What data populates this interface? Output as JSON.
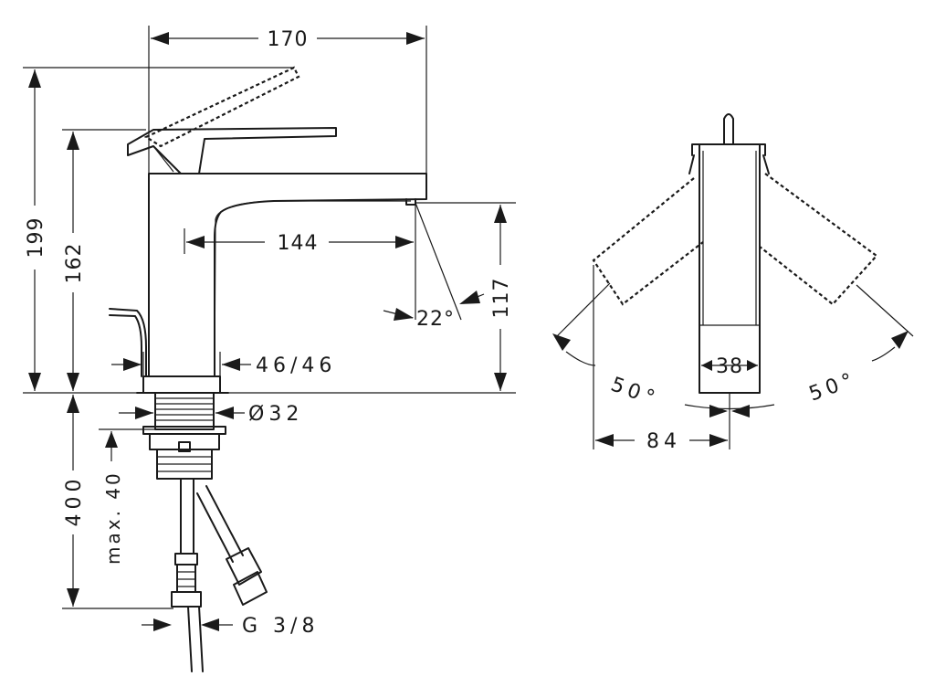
{
  "dimensions": {
    "width": "170",
    "height_total": "199",
    "height_lever": "162",
    "reach": "144",
    "spout_height": "117",
    "angle_spout": "22°",
    "base_width": "46/46",
    "thread_diameter": "Ø32",
    "depth": "400",
    "max_thickness": "max. 40",
    "connector": "G 3/8",
    "top_width": "38",
    "lever_offset": "84",
    "swing_left": "50°",
    "swing_right": "50°"
  }
}
